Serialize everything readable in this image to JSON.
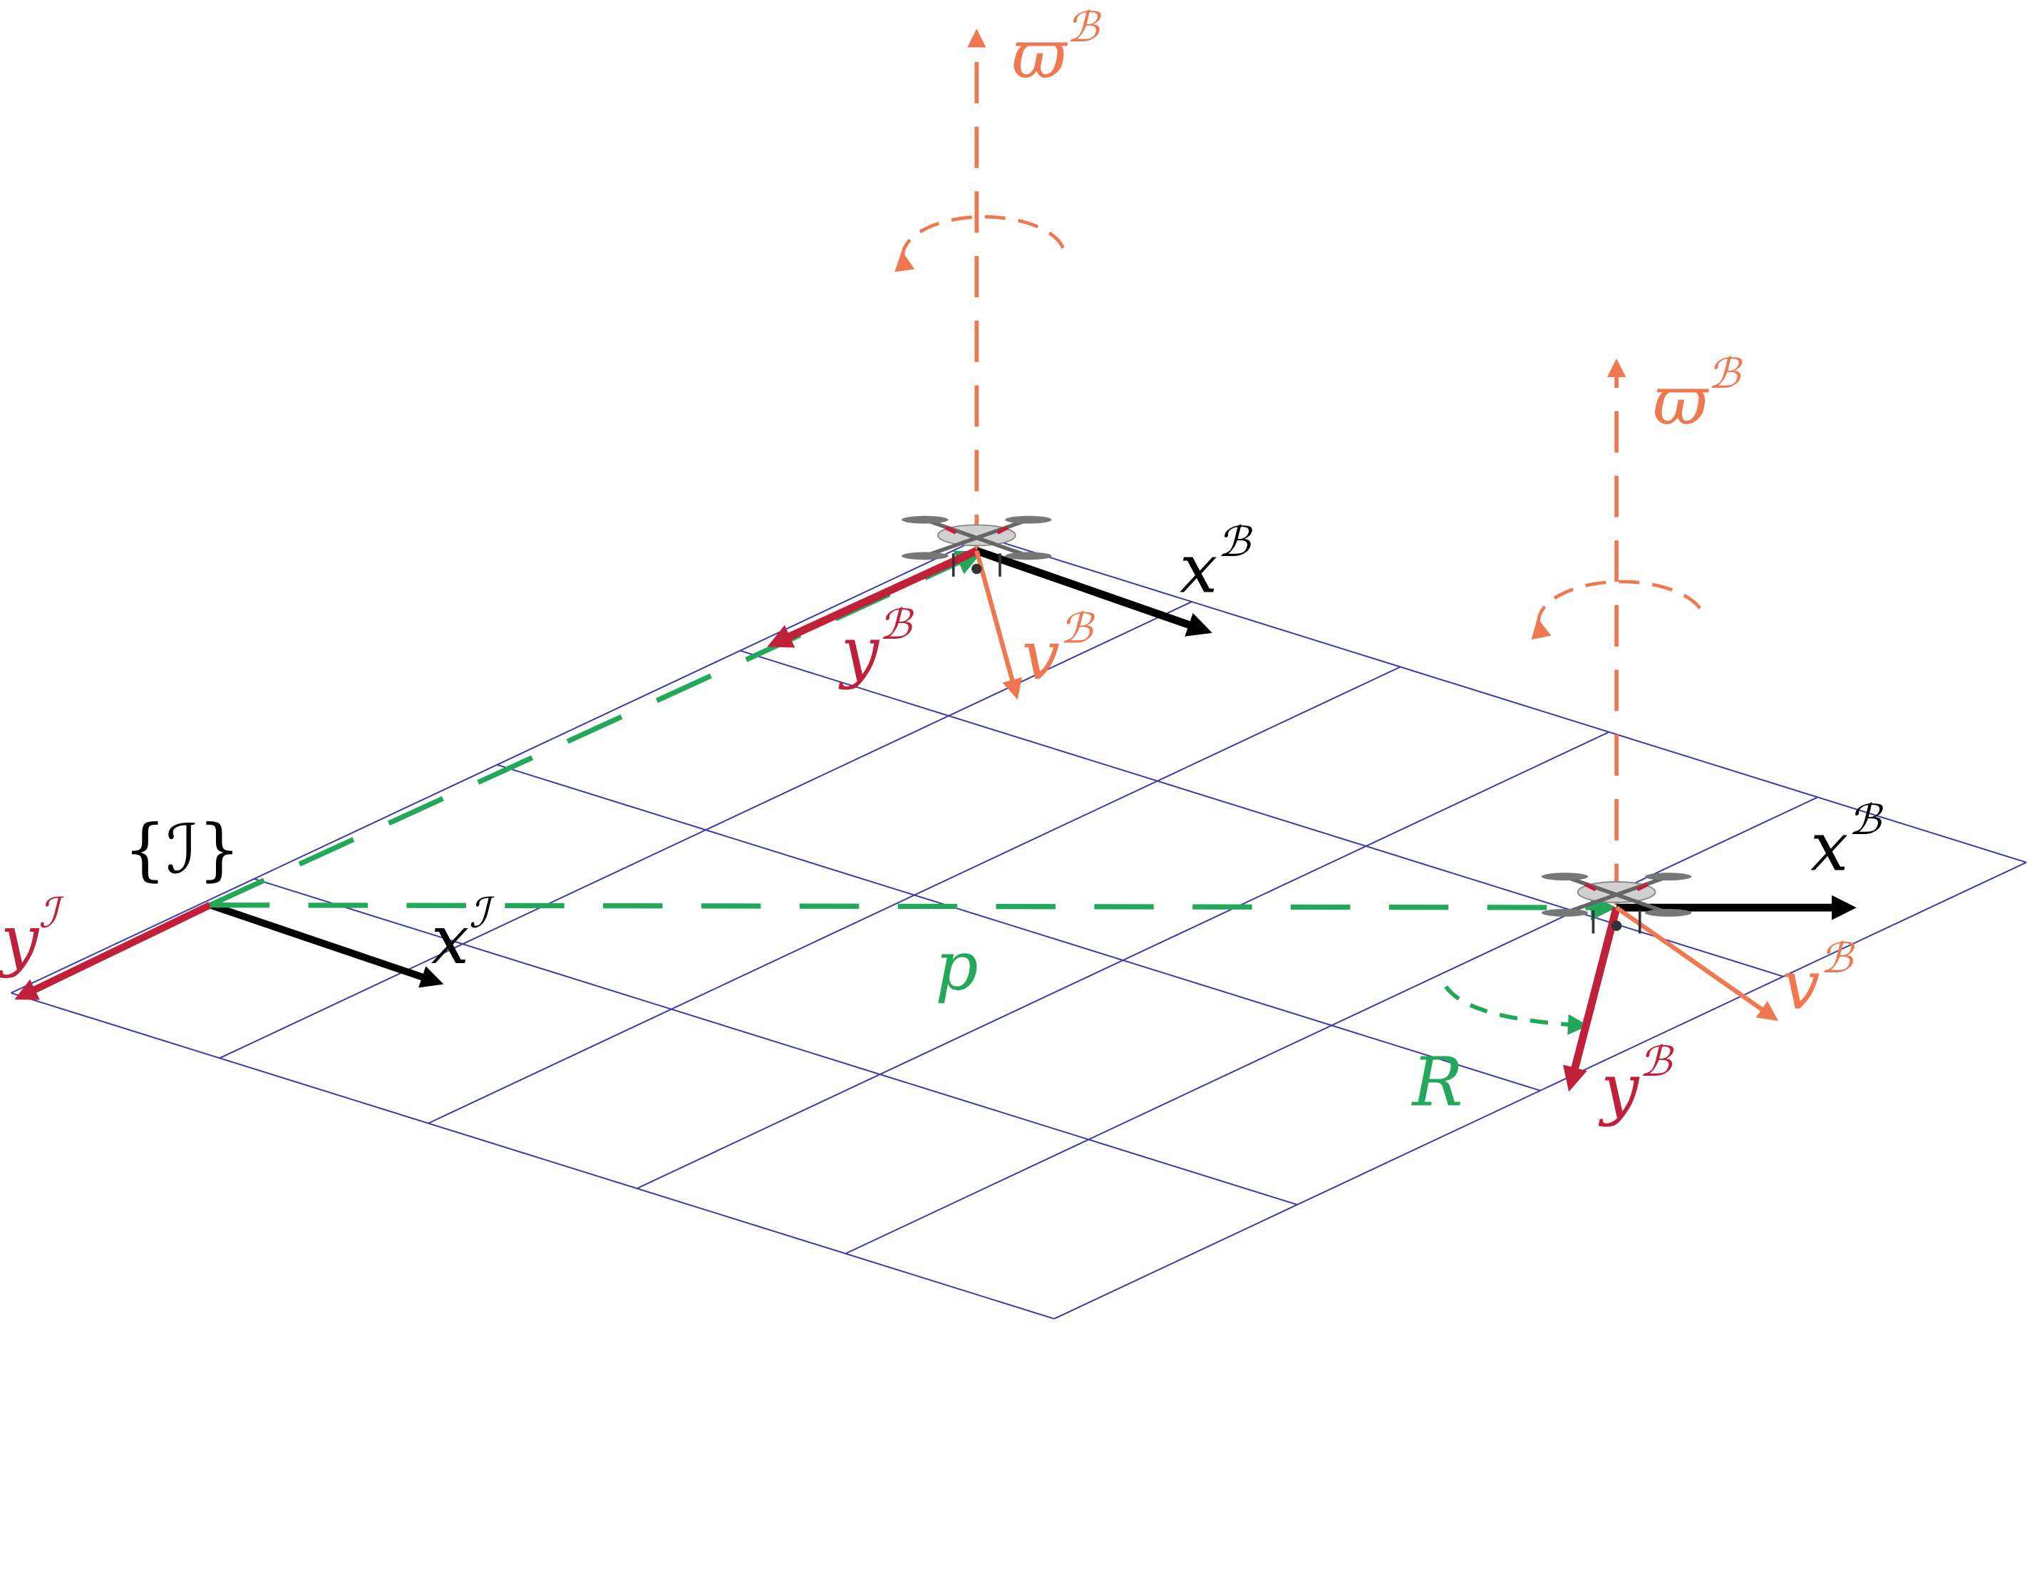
{
  "colors": {
    "grid": "#3b3ba8",
    "x_axis": "#000000",
    "y_axis": "#c0203a",
    "velocity": "#f07850",
    "angular": "#f07850",
    "position": "#22a858",
    "rotation": "#22a858",
    "drone_body": "#9a9a9a"
  },
  "labels": {
    "inertial_frame": "{ℐ}",
    "x_inertial": {
      "base": "x",
      "sup": "ℐ"
    },
    "y_inertial": {
      "base": "y",
      "sup": "ℐ"
    },
    "position": "p",
    "rotation": "R",
    "drone1": {
      "x": {
        "base": "x",
        "sup": "ℬ"
      },
      "y": {
        "base": "y",
        "sup": "ℬ"
      },
      "v": {
        "base": "v",
        "sup": "ℬ"
      },
      "w": {
        "base": "ϖ",
        "sup": "ℬ"
      }
    },
    "drone2": {
      "x": {
        "base": "x",
        "sup": "ℬ"
      },
      "y": {
        "base": "y",
        "sup": "ℬ"
      },
      "v": {
        "base": "v",
        "sup": "ℬ"
      },
      "w": {
        "base": "ϖ",
        "sup": "ℬ"
      }
    }
  },
  "icons": {
    "drone1": "quadrotor-icon",
    "drone2": "quadrotor-icon"
  }
}
